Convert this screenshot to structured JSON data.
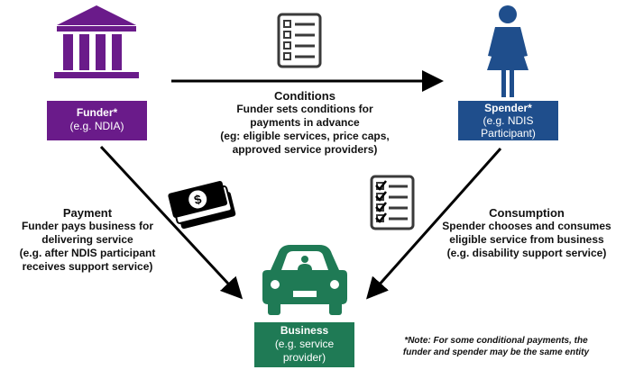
{
  "nodes": {
    "funder": {
      "title": "Funder*",
      "subtitle": "(e.g. NDIA)",
      "color": "#6a1b8a"
    },
    "spender": {
      "title": "Spender*",
      "subtitle_1": "(e.g. NDIS",
      "subtitle_2": "Participant)",
      "color": "#1f4e8c"
    },
    "business": {
      "title": "Business",
      "subtitle_1": "(e.g. service",
      "subtitle_2": "provider)",
      "color": "#1f7a55"
    }
  },
  "edges": {
    "conditions": {
      "heading": "Conditions",
      "lines": [
        "Funder sets conditions for",
        "payments in advance",
        "(eg: eligible services, price caps,",
        "approved service providers)"
      ]
    },
    "payment": {
      "heading": "Payment",
      "lines": [
        "Funder pays business for",
        "delivering service",
        "(e.g. after NDIS participant",
        "receives support service)"
      ]
    },
    "consumption": {
      "heading": "Consumption",
      "lines": [
        "Spender chooses and consumes",
        "eligible service from business",
        "(e.g. disability support service)"
      ]
    }
  },
  "note": {
    "line_1": "*Note: For some conditional payments, the",
    "line_2": "funder and spender may be the same entity"
  },
  "icons": {
    "funder": "bank-building-icon",
    "spender": "woman-icon",
    "business": "car-icon",
    "conditions": "checklist-icon",
    "payment": "money-icon",
    "consumption": "checked-list-icon"
  }
}
